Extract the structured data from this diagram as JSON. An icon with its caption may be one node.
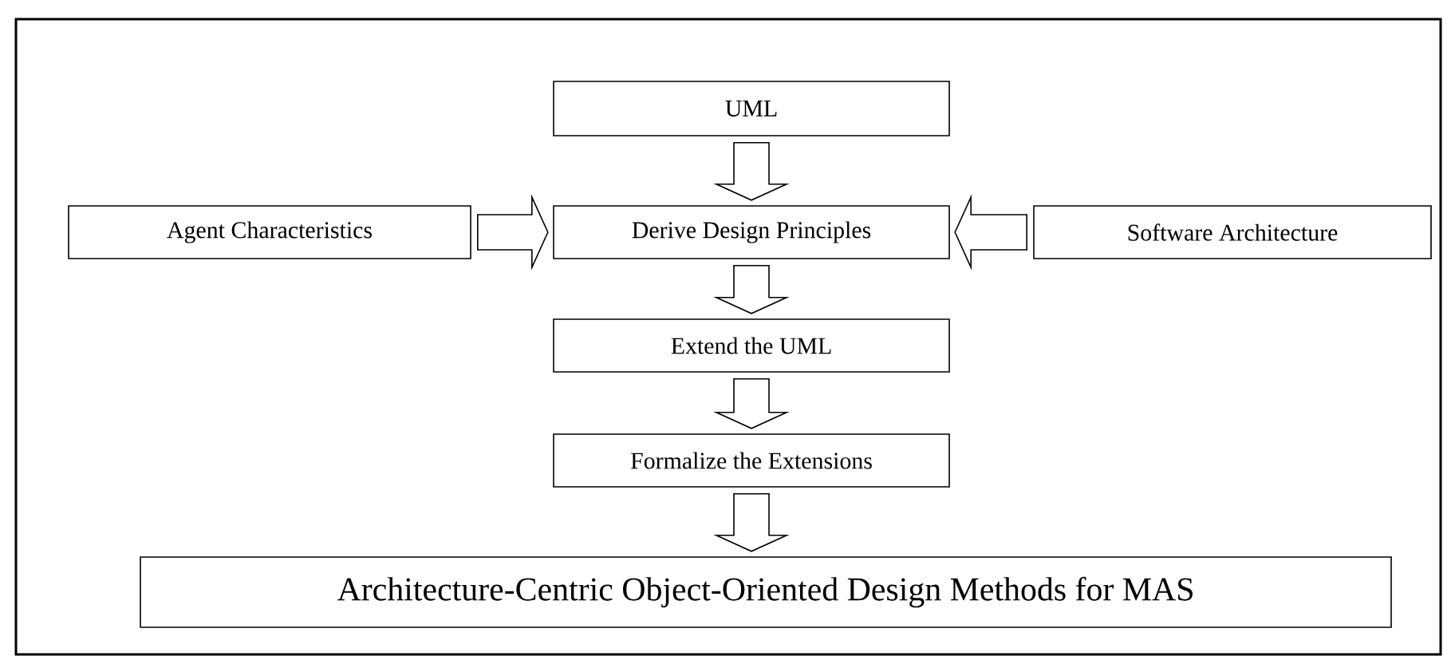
{
  "diagram": {
    "nodes": [
      {
        "text": [
          "UML"
        ]
      },
      {
        "text": [
          "Agent Characteristics"
        ]
      },
      {
        "text": [
          "Derive Design Principles"
        ]
      },
      {
        "text": [
          "Software Architecture"
        ]
      },
      {
        "text": [
          "Extend the UML"
        ]
      },
      {
        "text": [
          "Formalize the Extensions"
        ]
      },
      {
        "text": [
          "Architecture-Centric Object-Oriented Design Methods for MAS"
        ]
      }
    ],
    "edges": [
      {
        "from": 0,
        "to": 2,
        "arrow": "to"
      },
      {
        "from": 1,
        "to": 2,
        "arrow": "to"
      },
      {
        "from": 3,
        "to": 2,
        "arrow": "to"
      },
      {
        "from": 2,
        "to": 4,
        "arrow": "to"
      },
      {
        "from": 4,
        "to": 5,
        "arrow": "to"
      },
      {
        "from": 5,
        "to": 6,
        "arrow": "to"
      }
    ]
  }
}
